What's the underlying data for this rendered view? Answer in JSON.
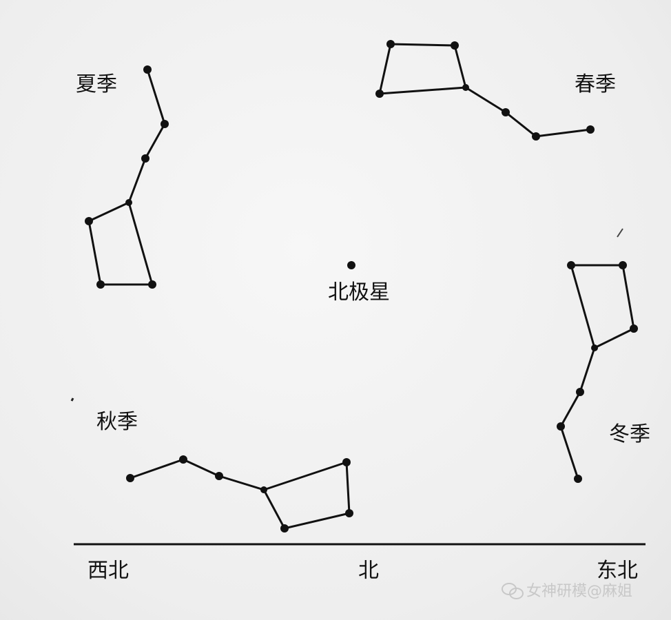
{
  "labels": {
    "summer": "夏季",
    "spring": "春季",
    "polaris": "北极星",
    "autumn": "秋季",
    "winter": "冬季",
    "northwest": "西北",
    "north": "北",
    "northeast": "东北"
  },
  "watermark": {
    "text": "女神研模@麻姐",
    "icon": "wechat-icon"
  },
  "colors": {
    "ink": "#111111",
    "background": "#f2f2f2",
    "watermark": "#c8c8c8"
  }
}
